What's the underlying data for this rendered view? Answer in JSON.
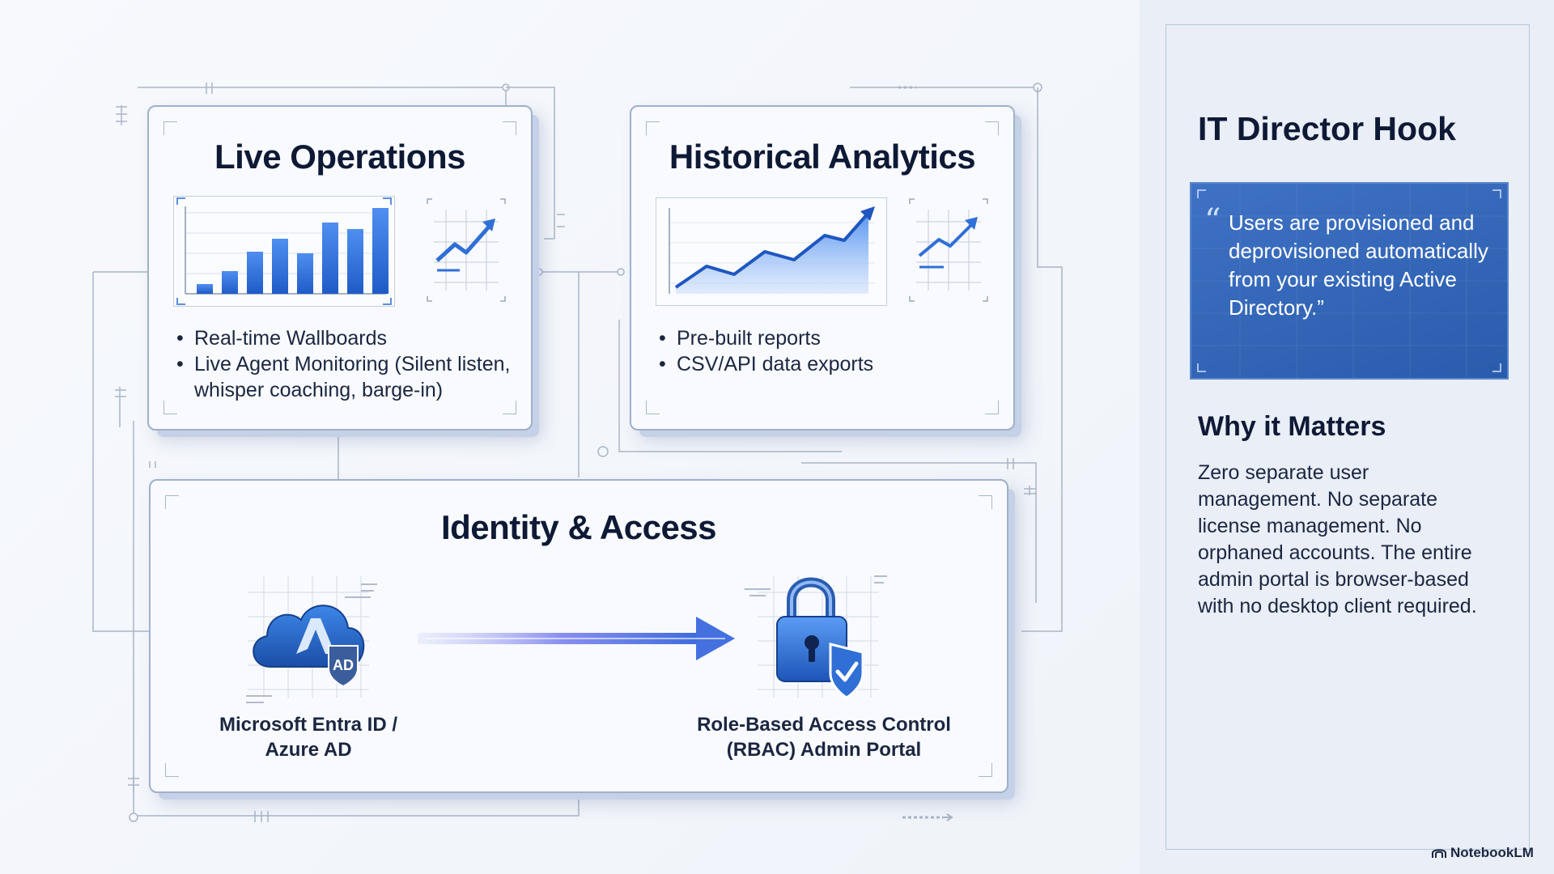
{
  "live": {
    "title": "Live Operations",
    "bullets": [
      "Real-time Wallboards",
      "Live Agent Monitoring (Silent listen, whisper coaching, barge-in)"
    ]
  },
  "historical": {
    "title": "Historical Analytics",
    "bullets": [
      "Pre-built reports",
      "CSV/API data exports"
    ]
  },
  "identity": {
    "title": "Identity & Access",
    "source_label": "Microsoft Entra ID / Azure AD",
    "source_badge": "AD",
    "target_label": "Role-Based Access Control (RBAC) Admin Portal"
  },
  "side": {
    "title": "IT Director Hook",
    "quote_mark": "“",
    "quote": "Users are provisioned and deprovisioned automatically from your existing Active Directory.”",
    "why_title": "Why it Matters",
    "why_text": "Zero separate user management. No separate license management. No orphaned accounts. The entire admin portal is browser-based with no desktop client required."
  },
  "brand": "NotebookLM",
  "icons": {
    "live_trend": "trend-up-icon",
    "hist_trend": "trend-up-icon",
    "cloud": "azure-cloud-icon",
    "lock": "padlock-shield-icon",
    "arrow": "flow-arrow-icon"
  },
  "colors": {
    "accent": "#2f6fd6",
    "quote_bg": "#2f62b4",
    "bar_fill": "#3b7be0"
  }
}
